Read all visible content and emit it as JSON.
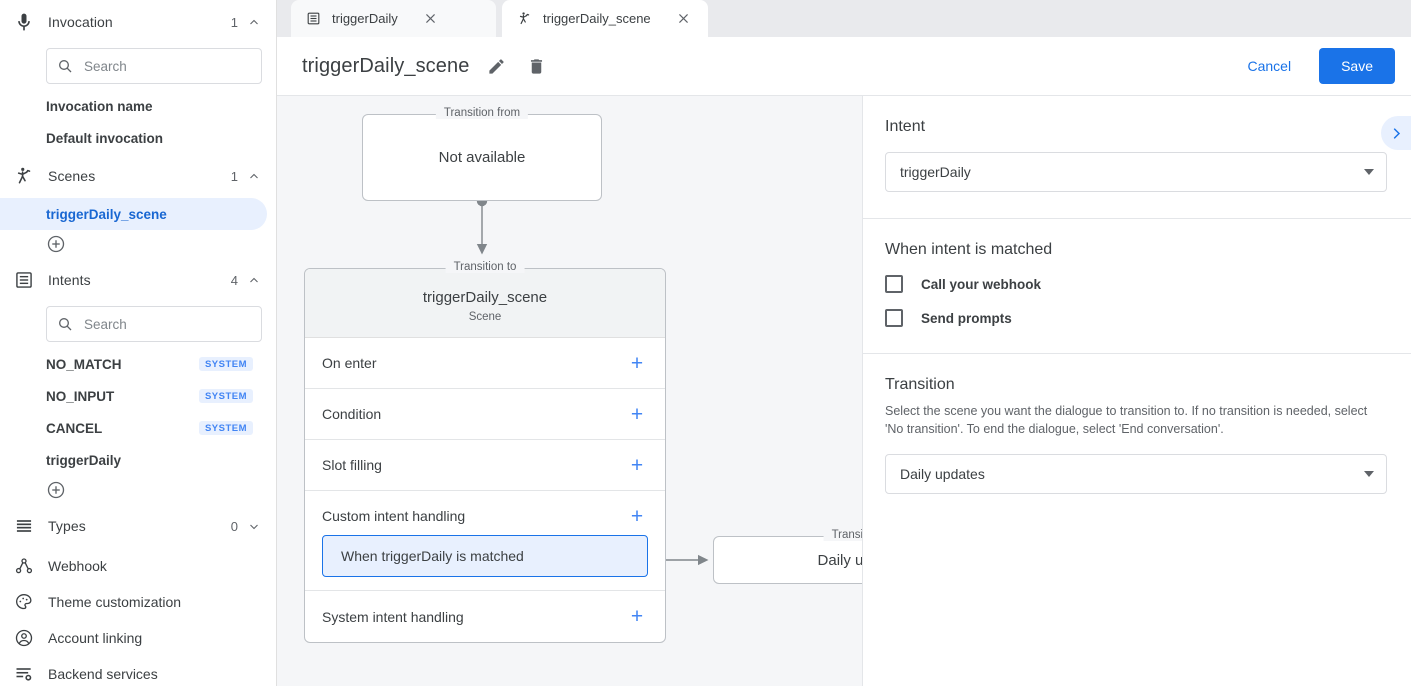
{
  "sidebar": {
    "sections": [
      {
        "icon": "microphone-icon",
        "label": "Invocation",
        "count": "1",
        "caret": "chevron-up-icon",
        "search_placeholder": "Search",
        "search_value": "",
        "links": [
          {
            "label": "Invocation name",
            "badge": "",
            "selected": false
          },
          {
            "label": "Default invocation",
            "badge": "",
            "selected": false
          }
        ]
      },
      {
        "icon": "scene-icon",
        "label": "Scenes",
        "count": "1",
        "caret": "chevron-up-icon",
        "links": [
          {
            "label": "triggerDaily_scene",
            "badge": "",
            "selected": true
          }
        ],
        "add_label": "add-scene"
      },
      {
        "icon": "intents-icon",
        "label": "Intents",
        "count": "4",
        "caret": "chevron-up-icon",
        "search_placeholder": "Search",
        "search_value": "",
        "links": [
          {
            "label": "NO_MATCH",
            "badge": "SYSTEM",
            "selected": false
          },
          {
            "label": "NO_INPUT",
            "badge": "SYSTEM",
            "selected": false
          },
          {
            "label": "CANCEL",
            "badge": "SYSTEM",
            "selected": false
          },
          {
            "label": "triggerDaily",
            "badge": "",
            "selected": false
          }
        ],
        "add_label": "add-intent"
      }
    ],
    "types": {
      "icon": "types-icon",
      "label": "Types",
      "count": "0",
      "caret": "chevron-down-icon"
    },
    "nav": [
      {
        "icon": "webhook-icon",
        "label": "Webhook"
      },
      {
        "icon": "palette-icon",
        "label": "Theme customization"
      },
      {
        "icon": "account-icon",
        "label": "Account linking"
      },
      {
        "icon": "backend-services-icon",
        "label": "Backend services"
      }
    ]
  },
  "tabs": [
    {
      "icon": "intents-icon",
      "label": "triggerDaily",
      "active": false,
      "close": "close-icon"
    },
    {
      "icon": "scene-icon",
      "label": "triggerDaily_scene",
      "active": true,
      "close": "close-icon"
    }
  ],
  "header": {
    "title": "triggerDaily_scene",
    "edit_icon": "pencil-icon",
    "delete_icon": "trash-icon",
    "cancel_label": "Cancel",
    "save_label": "Save"
  },
  "canvas": {
    "transition_from": {
      "legend": "Transition from",
      "value": "Not available"
    },
    "scene_node": {
      "legend": "Transition to",
      "title": "triggerDaily_scene",
      "subtitle": "Scene",
      "rows": [
        {
          "label": "On enter",
          "plus": "+"
        },
        {
          "label": "Condition",
          "plus": "+"
        },
        {
          "label": "Slot filling",
          "plus": "+"
        },
        {
          "label": "Custom intent handling",
          "plus": "+",
          "chip": "When triggerDaily is matched"
        },
        {
          "label": "System intent handling",
          "plus": "+"
        }
      ]
    },
    "transition_target": {
      "legend": "Transition to",
      "value": "Daily updates"
    }
  },
  "panel": {
    "intent": {
      "heading": "Intent",
      "selected": "triggerDaily"
    },
    "when_matched": {
      "heading": "When intent is matched",
      "options": [
        {
          "label": "Call your webhook",
          "checked": false
        },
        {
          "label": "Send prompts",
          "checked": false
        }
      ]
    },
    "transition": {
      "heading": "Transition",
      "help": "Select the scene you want the dialogue to transition to. If no transition is needed, select 'No transition'. To end the dialogue, select 'End conversation'.",
      "selected": "Daily updates"
    },
    "collapse_icon": "chevron-right-icon"
  },
  "colors": {
    "accent_blue": "#1a73e8",
    "accent_light": "#e8f0fe",
    "canvas_bg": "#f5f6f8",
    "text": "#3c4043",
    "muted": "#5f6368",
    "border": "#dadce0"
  }
}
